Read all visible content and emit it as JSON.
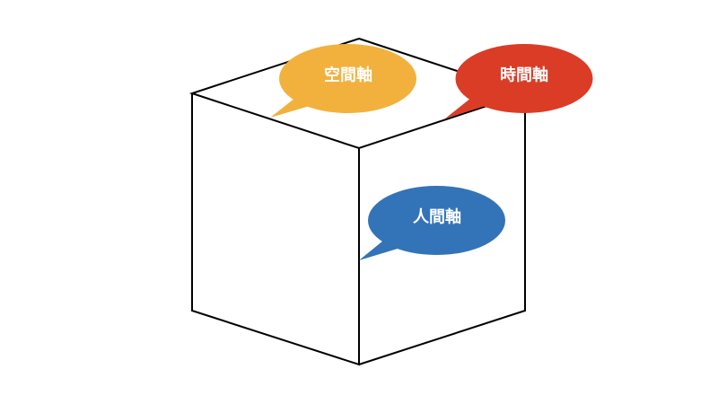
{
  "bubbles": {
    "space": {
      "label": "空間軸",
      "color": "#F2B13D"
    },
    "time": {
      "label": "時間軸",
      "color": "#DA3C26"
    },
    "human": {
      "label": "人間軸",
      "color": "#3374B8"
    }
  }
}
